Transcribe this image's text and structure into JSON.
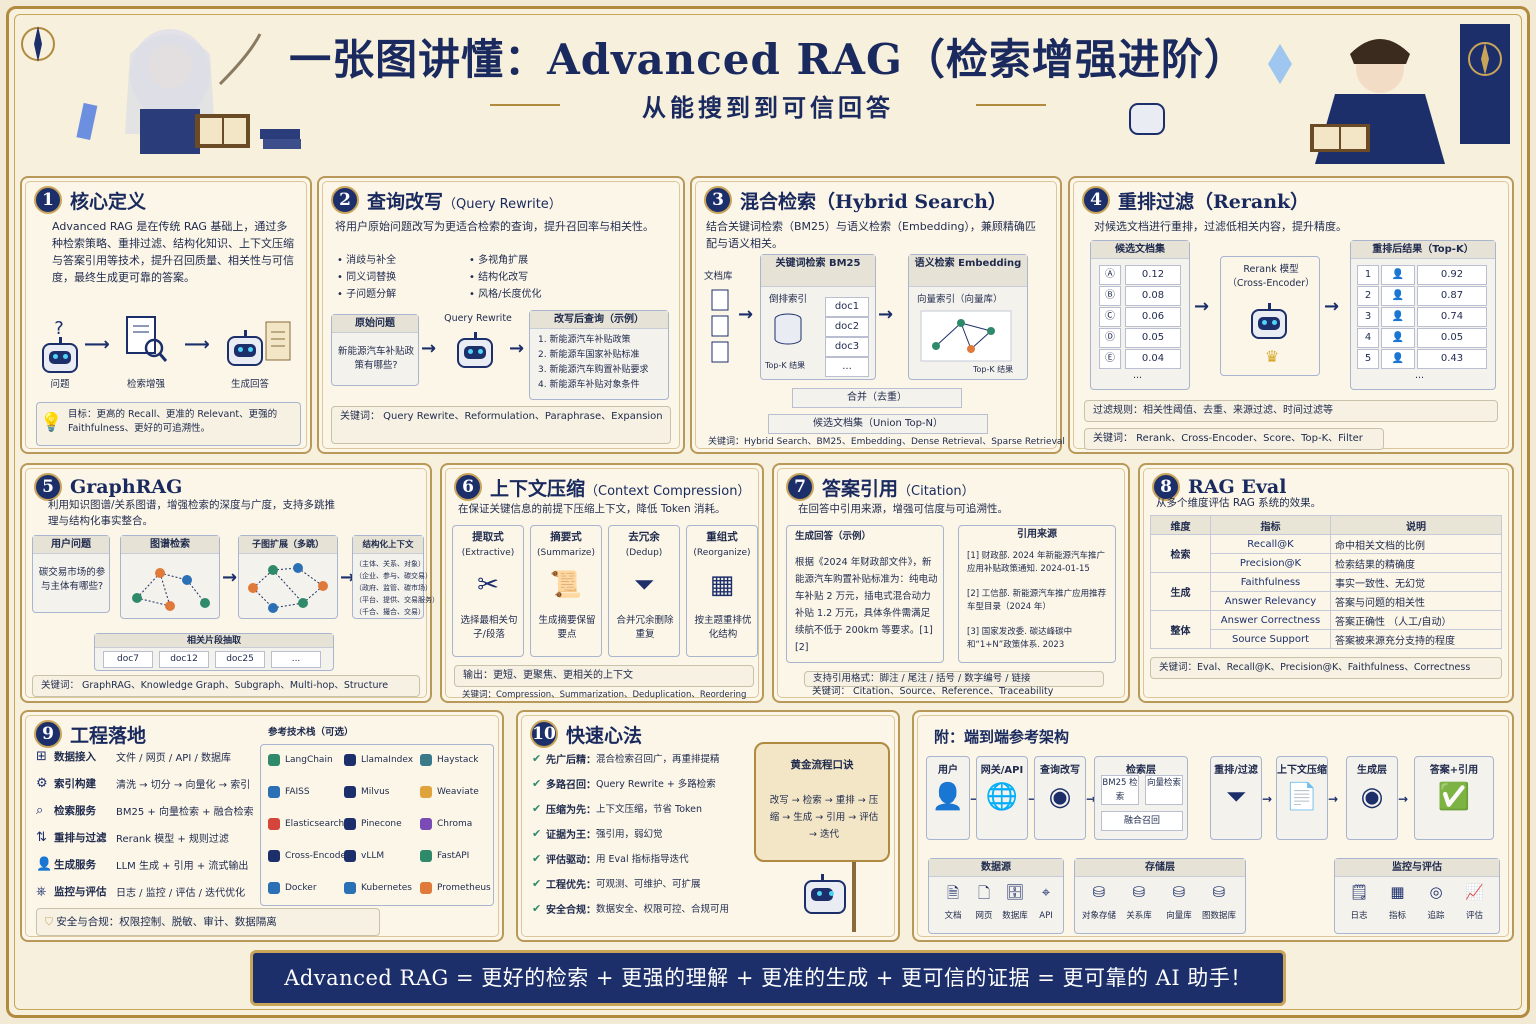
{
  "header": {
    "title": "一张图讲懂：Advanced RAG（检索增强进阶）",
    "subtitle": "从能搜到到可信回答"
  },
  "p1": {
    "num": "1",
    "title": "核心定义",
    "desc": "Advanced RAG 是在传统 RAG 基础上，通过多种检索策略、重排过滤、结构化知识、上下文压缩与答案引用等技术，提升召回质量、相关性与可信度，最终生成更可靠的答案。",
    "flow": [
      "问题",
      "检索增强",
      "生成回答"
    ],
    "goal": "目标：更高的 Recall、更准的 Relevant、更强的 Faithfulness、更好的可追溯性。"
  },
  "p2": {
    "num": "2",
    "title": "查询改写",
    "title_en": "（Query Rewrite）",
    "desc": "将用户原始问题改写为更适合检索的查询，提升召回率与相关性。",
    "bul_l": [
      "消歧与补全",
      "同义词替换",
      "子问题分解"
    ],
    "bul_r": [
      "多视角扩展",
      "结构化改写",
      "风格/长度优化"
    ],
    "orig_h": "原始问题",
    "orig": "新能源汽车补贴政策有哪些?",
    "mid": "Query Rewrite",
    "rew_h": "改写后查询（示例）",
    "rew": [
      "1. 新能源汽车补贴政策",
      "2. 新能源车国家补贴标准",
      "3. 新能源汽车购置补贴要求",
      "4. 新能源车补贴对象条件"
    ],
    "kw": "关键词： Query Rewrite、Reformulation、Paraphrase、Expansion"
  },
  "p3": {
    "num": "3",
    "title": "混合检索（Hybrid Search）",
    "desc": "结合关键词检索（BM25）与语义检索（Embedding），兼顾精确匹配与语义相关。",
    "lib": "文档库",
    "bm_h": "关键词检索 BM25",
    "bm_idx": "倒排索引",
    "docs": [
      "doc1",
      "doc2",
      "doc3",
      "..."
    ],
    "topk": "Top-K 结果",
    "sem_h": "语义检索 Embedding",
    "sem_idx": "向量索引（向量库）",
    "topk2": "Top-K 结果",
    "merge": "合并（去重）",
    "cand": "候选文档集（Union Top-N）",
    "kw": "关键词：Hybrid Search、BM25、Embedding、Dense Retrieval、Sparse Retrieval"
  },
  "p4": {
    "num": "4",
    "title": "重排过滤（Rerank）",
    "desc": "对候选文档进行重排，过滤低相关内容，提升精度。",
    "cand_h": "候选文档集",
    "cand": [
      [
        "Ⓐ",
        "0.12"
      ],
      [
        "Ⓑ",
        "0.08"
      ],
      [
        "Ⓒ",
        "0.06"
      ],
      [
        "Ⓓ",
        "0.05"
      ],
      [
        "Ⓔ",
        "0.04"
      ]
    ],
    "model": "Rerank 模型（Cross-Encoder）",
    "res_h": "重排后结果（Top-K）",
    "res": [
      [
        "1",
        "0.92"
      ],
      [
        "2",
        "0.87"
      ],
      [
        "3",
        "0.74"
      ],
      [
        "4",
        "0.05"
      ],
      [
        "5",
        "0.43"
      ]
    ],
    "more": "...",
    "rule": "过滤规则：相关性阈值、去重、来源过滤、时间过滤等",
    "kw": "关键词： Rerank、Cross-Encoder、Score、Top-K、Filter"
  },
  "p5": {
    "num": "5",
    "title": "GraphRAG",
    "desc": "利用知识图谱/关系图谱，增强检索的深度与广度，支持多跳推理与结构化事实整合。",
    "q_h": "用户问题",
    "q": "碳交易市场的参与主体有哪些?",
    "g1": "图谱检索",
    "g2": "子图扩展（多跳）",
    "g3_h": "结构化上下文",
    "g3": [
      "（主体、关系、对象）",
      "（企业、参与、碳交易）",
      "（政府、监管、碳市场）",
      "（平台、提供、交易服务）",
      "（千合、撮合、交易）"
    ],
    "frag_h": "相关片段抽取",
    "frags": [
      "doc7",
      "doc12",
      "doc25",
      "..."
    ],
    "kw": "关键词： GraphRAG、Knowledge Graph、Subgraph、Multi-hop、Structure"
  },
  "p6": {
    "num": "6",
    "title": "上下文压缩",
    "title_en": "（Context Compression）",
    "desc": "在保证关键信息的前提下压缩上下文，降低 Token 消耗。",
    "cols": [
      {
        "h": "提取式",
        "e": "(Extractive)",
        "sym": "✂",
        "d": "选择最相关句子/段落"
      },
      {
        "h": "摘要式",
        "e": "(Summarize)",
        "sym": "📜",
        "d": "生成摘要保留要点"
      },
      {
        "h": "去冗余",
        "e": "(Dedup)",
        "sym": "⏷",
        "d": "合并冗余删除重复"
      },
      {
        "h": "重组式",
        "e": "(Reorganize)",
        "sym": "▦",
        "d": "按主题重排优化结构"
      }
    ],
    "out": "输出：更短、更聚焦、更相关的上下文",
    "kw": "关键词：Compression、Summarization、Deduplication、Reordering"
  },
  "p7": {
    "num": "7",
    "title": "答案引用",
    "title_en": "（Citation）",
    "desc": "在回答中引用来源，增强可信度与可追溯性。",
    "gen_h": "生成回答（示例）",
    "gen": "根据《2024 年财政部文件》，新能源汽车购置补贴标准为：纯电动车补贴 2 万元，插电式混合动力补贴 1.2 万元，具体条件需满足续航不低于 200km 等要求。[1][2]",
    "src_h": "引用来源",
    "src": [
      "[1] 财政部. 2024 年新能源汽车推广应用补贴政策通知. 2024-01-15",
      "[2] 工信部. 新能源汽车推广应用推荐车型目录（2024 年）",
      "[3] 国家发改委. 碳达峰碳中和“1+N”政策体系. 2023"
    ],
    "fmt": "支持引用格式：脚注 / 尾注 / 括号 / 数字编号 / 链接",
    "kw": "关键词： Citation、Source、Reference、Traceability"
  },
  "p8": {
    "num": "8",
    "title": "RAG Eval",
    "desc": "从多个维度评估 RAG 系统的效果。",
    "head": [
      "维度",
      "指标",
      "说明"
    ],
    "groups": [
      {
        "dim": "检索",
        "rows": [
          [
            "Recall@K",
            "命中相关文档的比例"
          ],
          [
            "Precision@K",
            "检索结果的精确度"
          ]
        ]
      },
      {
        "dim": "生成",
        "rows": [
          [
            "Faithfulness",
            "事实一致性、无幻觉"
          ],
          [
            "Answer Relevancy",
            "答案与问题的相关性"
          ]
        ]
      },
      {
        "dim": "整体",
        "rows": [
          [
            "Answer Correctness",
            "答案正确性 （人工/自动）"
          ],
          [
            "Source Support",
            "答案被来源充分支持的程度"
          ]
        ]
      }
    ],
    "kw": "关键词：Eval、Recall@K、Precision@K、Faithfulness、Correctness"
  },
  "p9": {
    "num": "9",
    "title": "工程落地",
    "tech_h": "参考技术栈（可选）",
    "rows": [
      [
        "数据接入",
        "文件 / 网页 / API / 数据库"
      ],
      [
        "索引构建",
        "清洗 → 切分 → 向量化 → 索引"
      ],
      [
        "检索服务",
        "BM25 + 向量检索 + 融合检索"
      ],
      [
        "重排与过滤",
        "Rerank 模型 + 规则过滤"
      ],
      [
        "生成服务",
        "LLM 生成 + 引用 + 流式输出"
      ],
      [
        "监控与评估",
        "日志 / 监控 / 评估 / 迭代优化"
      ]
    ],
    "tech": [
      "LangChain",
      "LlamaIndex",
      "Haystack",
      "FAISS",
      "Milvus",
      "Weaviate",
      "Elasticsearch",
      "Pinecone",
      "Chroma",
      "Cross-Encoder",
      "vLLM",
      "FastAPI",
      "Docker",
      "Kubernetes",
      "Prometheus"
    ],
    "safe": "安全与合规：权限控制、脱敏、审计、数据隔离"
  },
  "p10": {
    "num": "10",
    "title": "快速心法",
    "items": [
      [
        "先广后精：",
        "混合检索召回广，再重排提精"
      ],
      [
        "多路召回：",
        "Query Rewrite + 多路检索"
      ],
      [
        "压缩为先：",
        "上下文压缩，节省 Token"
      ],
      [
        "证据为王：",
        "强引用，弱幻觉"
      ],
      [
        "评估驱动：",
        "用 Eval 指标指导迭代"
      ],
      [
        "工程优先：",
        "可观测、可维护、可扩展"
      ],
      [
        "安全合规：",
        "数据安全、权限可控、合规可用"
      ]
    ],
    "scroll_h": "黄金流程口诀",
    "scroll": "改写 → 检索 → 重排 → 压缩 → 生成 → 引用 → 评估 → 迭代"
  },
  "arch": {
    "title": "附：端到端参考架构",
    "nodes": [
      "用户",
      "网关/API",
      "查询改写",
      "检索层",
      "重排/过滤",
      "上下文压缩",
      "生成层",
      "答案+引用"
    ],
    "ret": [
      "BM25 检索",
      "向量检索",
      "融合召回"
    ],
    "ds_h": "数据源",
    "ds": [
      "文档",
      "网页",
      "数据库",
      "API"
    ],
    "st_h": "存储层",
    "st": [
      "对象存储",
      "关系库",
      "向量库",
      "图数据库"
    ],
    "mon_h": "监控与评估",
    "mon": [
      "日志",
      "指标",
      "追踪",
      "评估"
    ]
  },
  "footer": "Advanced RAG = 更好的检索 + 更强的理解 + 更准的生成 + 更可信的证据 = 更可靠的 AI 助手！"
}
